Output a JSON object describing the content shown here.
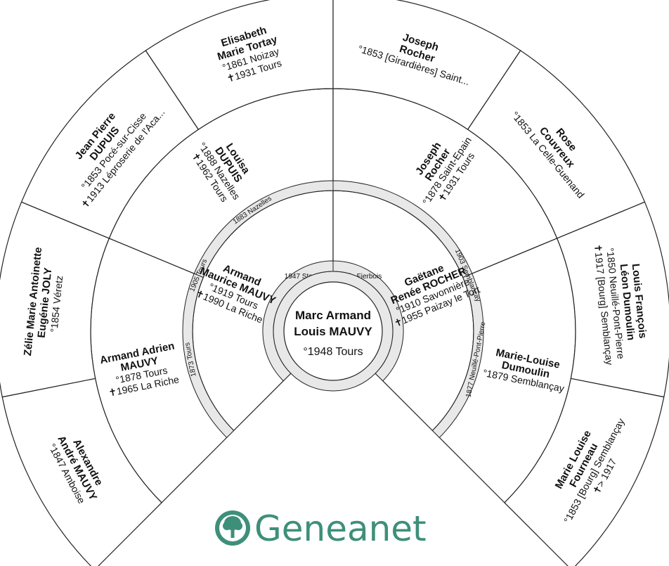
{
  "root": {
    "name_line1": "Marc Armand",
    "name_line2": "Louis MAUVY",
    "birth": "°1948 Tours",
    "marriage": "1947 Ste Catherine de Fierbois"
  },
  "gen1": [
    {
      "lines": [
        "Armand",
        "Maurice MAUVY"
      ],
      "events": [
        "°1919 Tours",
        "✝1990 La Riche"
      ],
      "marriage": "1905 Tours"
    },
    {
      "lines": [
        "Gaëtane",
        "Renée ROCHER"
      ],
      "events": [
        "°1910 Savonnière",
        "✝1955 Paizay le Tort"
      ],
      "marriage": "1903 Semblançay"
    }
  ],
  "gen2": [
    {
      "lines": [
        "Armand Adrien",
        "MAUVY"
      ],
      "events": [
        "°1878 Tours",
        "✝1965 La Riche"
      ],
      "marriage": "1873 Tours"
    },
    {
      "lines": [
        "Louisa",
        "DUPUIS"
      ],
      "events": [
        "°1888 Nazelles",
        "✝1962 Tours"
      ],
      "marriage": "1883 Nazelles"
    },
    {
      "lines": [
        "Joseph",
        "Rocher"
      ],
      "events": [
        "°1878 Saint-Epain",
        "✝1931 Tours"
      ],
      "marriage": ""
    },
    {
      "lines": [
        "Marie-Louise",
        "Dumoulin"
      ],
      "events": [
        "°1879 Semblançay"
      ],
      "marriage": "1877 Neuillé-Pont-Pierre"
    }
  ],
  "gen3": [
    {
      "lines": [
        "Alexandre",
        "André MAUVY"
      ],
      "events": [
        "°1847 Amboise"
      ]
    },
    {
      "lines": [
        "Zélie Marie Antoinette",
        "Eugénie JOLY"
      ],
      "events": [
        "°1854 Véretz"
      ]
    },
    {
      "lines": [
        "Jean Pierre",
        "DUPUIS"
      ],
      "events": [
        "°1853 Pocé-sur-Cisse",
        "✝1913 Léproserie de l'Aca..."
      ]
    },
    {
      "lines": [
        "Elisabeth",
        "Marie Tortay"
      ],
      "events": [
        "°1861 Noizay",
        "✝1931 Tours"
      ]
    },
    {
      "lines": [
        "Joseph",
        "Rocher"
      ],
      "events": [
        "°1853 [Girardières] Saint..."
      ]
    },
    {
      "lines": [
        "Rose",
        "Couvreux"
      ],
      "events": [
        "°1853 La Celle-Guenand"
      ]
    },
    {
      "lines": [
        "Louis François",
        "Léon Dumoulin"
      ],
      "events": [
        "°1850 Neuillé-Pont-Pierre",
        "✝1917 [Bourg] Semblançay"
      ]
    },
    {
      "lines": [
        "Marie Louise",
        "Fourneau"
      ],
      "events": [
        "°1853 [Bourg] Semblançay",
        "✝> 1917"
      ]
    }
  ],
  "logo": {
    "text": "Geneanet",
    "icon": "tree-icon",
    "color": "#3e8f79"
  }
}
